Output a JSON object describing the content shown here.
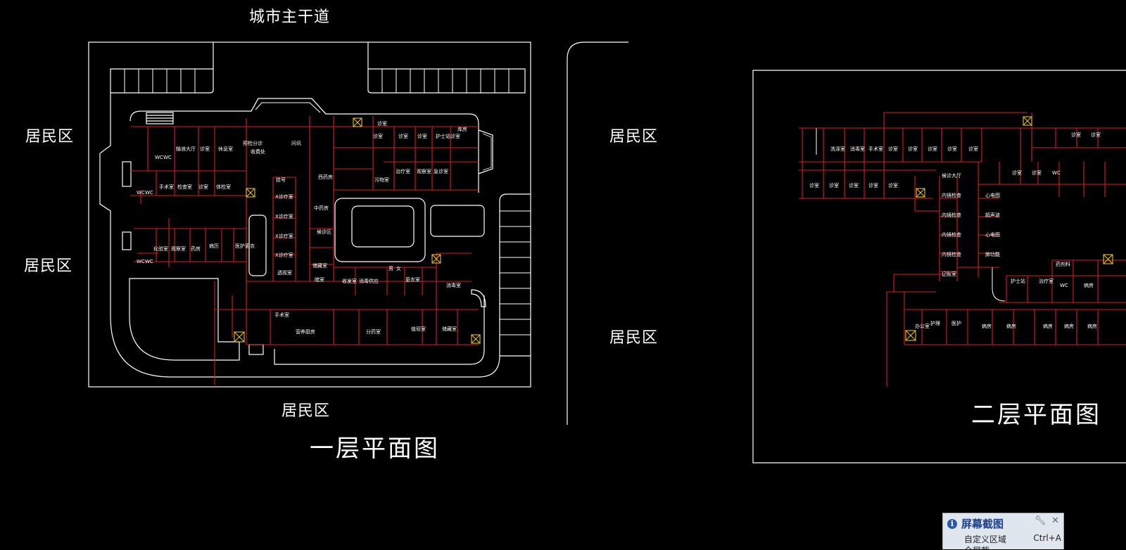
{
  "labels": {
    "main_road": "城市主干道",
    "residential": "居民区",
    "floor1_title": "一层平面图",
    "floor2_title": "二层平面图"
  },
  "floor1_rooms": [
    "输液大厅",
    "诊室",
    "休息室",
    "预检分诊",
    "挂号",
    "收费处",
    "问讯",
    "手术室",
    "检查室",
    "诊室",
    "体检室",
    "X诊疗室",
    "X诊疗室",
    "X诊疗室",
    "X诊疗室",
    "透视室",
    "中药房",
    "候诊区",
    "化验室",
    "观察室",
    "药房",
    "病历",
    "医护更衣",
    "西药房",
    "手术室",
    "诊室",
    "诊室",
    "诊室",
    "护士站",
    "诊室",
    "诊室",
    "库房",
    "治疗室",
    "观察室",
    "急诊室",
    "收发室",
    "消毒供应",
    "男",
    "女",
    "更衣室",
    "消毒室",
    "营养厨房",
    "分药室",
    "值班室",
    "储藏室",
    "WC",
    "WC",
    "WC",
    "WC",
    "WC",
    "WC",
    "污物室",
    "暗室",
    "储藏室"
  ],
  "floor2_rooms": [
    "洗涤室",
    "消毒室",
    "手术室",
    "诊室",
    "诊室",
    "诊室",
    "诊室",
    "诊室",
    "诊室",
    "诊室",
    "诊室",
    "诊室",
    "诊室",
    "诊室",
    "诊室",
    "WC",
    "诊室",
    "诊室",
    "候诊大厅",
    "内镜检查",
    "心电图",
    "内镜检查",
    "超声波",
    "内镜检查",
    "心电图",
    "内镜检查",
    "肺功能",
    "记账室",
    "药剂科",
    "护士站",
    "治疗室",
    "WC",
    "病房",
    "办公室",
    "护理",
    "医护",
    "病房",
    "病房",
    "病房",
    "病房",
    "病房"
  ],
  "popup": {
    "title": "屏幕截图",
    "option1": "自定义区域",
    "shortcut1": "Ctrl+A",
    "option2": "全屏截图",
    "settings_icon": "wrench-icon",
    "close_icon": "close-icon",
    "info_icon": "info-icon"
  },
  "colors": {
    "background": "#000000",
    "outline": "#ffffff",
    "walls": "#d81e1e",
    "elevator": "#e8c21e"
  }
}
